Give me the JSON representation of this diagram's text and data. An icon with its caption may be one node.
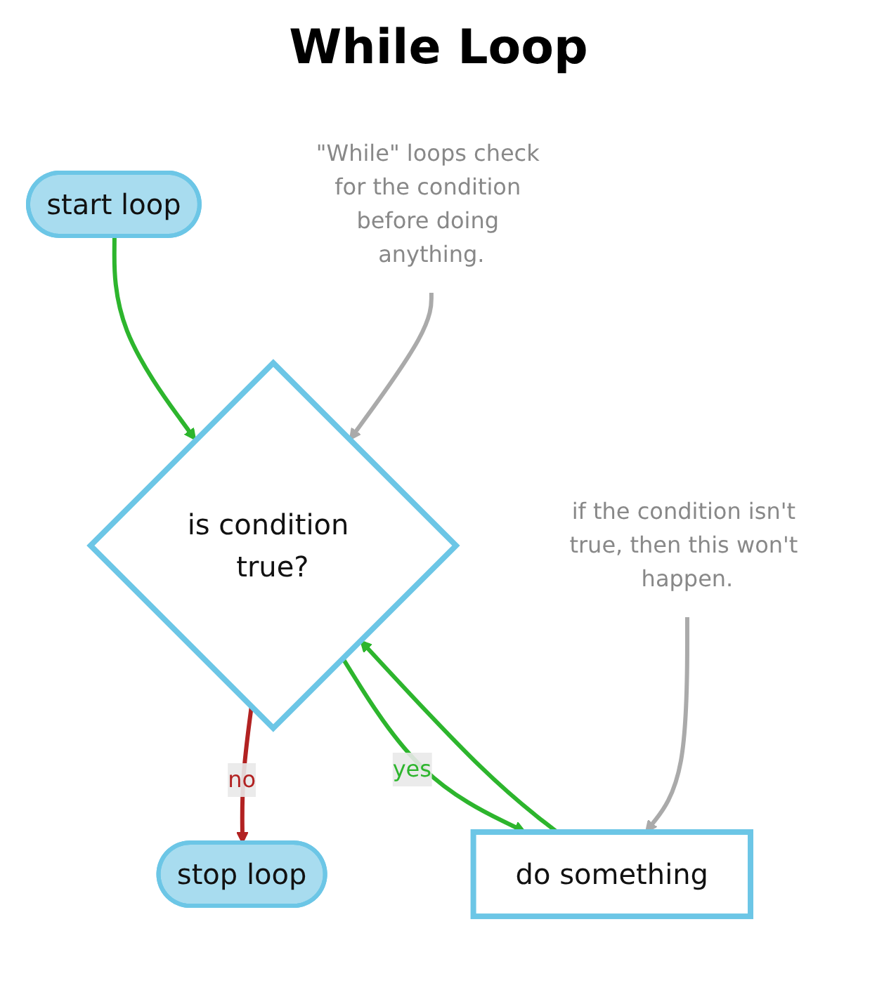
{
  "diagram": {
    "title": "While Loop",
    "nodes": [
      {
        "text": [
          "start loop"
        ]
      },
      {
        "text": [
          "is condition true?"
        ]
      },
      {
        "text": [
          "stop loop"
        ]
      },
      {
        "text": [
          "do something"
        ]
      },
      {
        "text": [
          "\"While\" loops check for the condition before doing anything."
        ]
      },
      {
        "text": [
          "if the condition isn't true, then this won't happen."
        ]
      }
    ],
    "edges": [
      {
        "from": 0,
        "to": 1,
        "arrow": "to"
      },
      {
        "from": 1,
        "to": 2,
        "arrow": "to",
        "label": "no",
        "color": "#b22222"
      },
      {
        "from": 1,
        "to": 3,
        "arrow": "to",
        "label": "yes"
      },
      {
        "from": 3,
        "to": 1,
        "arrow": "to"
      },
      {
        "from": 4,
        "to": 1,
        "arrow": "to",
        "color": "#aaaaaa"
      },
      {
        "from": 5,
        "to": 3,
        "arrow": "to",
        "color": "#aaaaaa"
      }
    ]
  }
}
